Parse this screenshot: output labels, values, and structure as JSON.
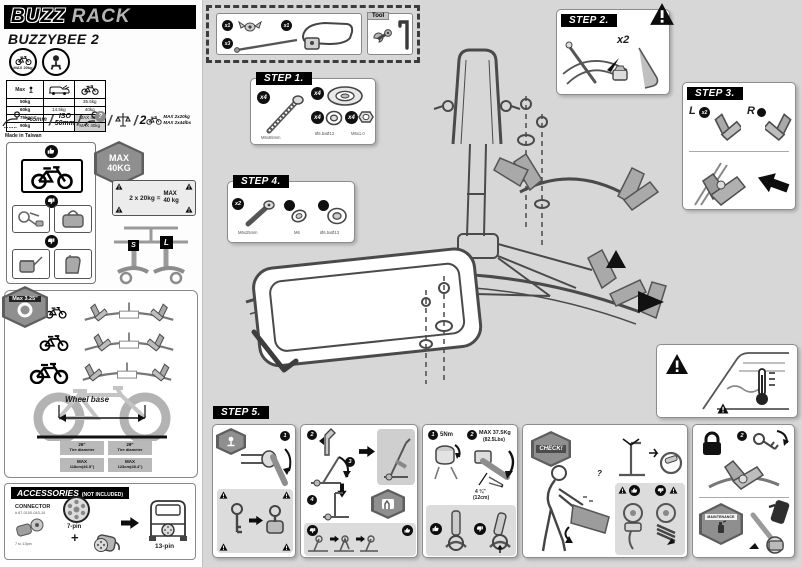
{
  "brand": {
    "buzz": "BUZZ",
    "rack": "RACK",
    "model": "BUZZYBEE 2",
    "made_in": "Made in Taiwan"
  },
  "badge": {
    "bike_max_line1": "MAX",
    "bike_max_line2": "20kg"
  },
  "spec_table": {
    "header": "Max",
    "rows": [
      {
        "ball": "50kg",
        "mid": "",
        "bike": "35.5kg"
      },
      {
        "ball": "60kg",
        "mid": "14.5kg",
        "bike": "40kg"
      },
      {
        "ball": "75kg",
        "mid": "",
        "bike": "MAX 40kg"
      },
      {
        "ball": "90kg",
        "mid": "",
        "bike": "MAX 40kg"
      }
    ]
  },
  "icon_row": {
    "sep": "/",
    "clearance": ">65mm",
    "iso1": "ISO",
    "iso2": "50mm",
    "question": "?",
    "count": "2",
    "max_kg": "MAX 2x20kg",
    "max_lbs": "MAX 2x44lbs"
  },
  "load": {
    "hex1": "MAX",
    "hex2": "40KG",
    "formula_left": "2 x 20kg =",
    "formula_r1": "MAX",
    "formula_r2": "40 kg",
    "tag_s": "S",
    "tag_l": "L"
  },
  "fit": {
    "badge1": "Max",
    "badge2": "3.25\"",
    "wheelbase": "Wheel base",
    "cols": [
      {
        "dia": "26\"",
        "dia_label": "Tire diameter",
        "max": "MAX",
        "val": "118cm(46.5\")"
      },
      {
        "dia": "29\"",
        "dia_label": "Tire diameter",
        "max": "MAX",
        "val": "123cm(48.4\")"
      }
    ]
  },
  "accessories": {
    "title": "ACCESSORIES",
    "not_included": "(NOT INCLUDED)",
    "connector": "CONNECTOR",
    "part_no": "# 67-0100-043-10",
    "range": "7 to 13pin",
    "pin7": "7-pin",
    "plus": "+",
    "pin13": "13-pin"
  },
  "parts": {
    "tool": "Tool",
    "knob_qty": "x1",
    "strap_qty": "x3",
    "belt_qty": "x1"
  },
  "step1": {
    "title": "STEP 1.",
    "qty": "x4",
    "bolt": "M6x65mm",
    "washer": "Ø6.5xØ13",
    "nut": "M6x1.0"
  },
  "step2": {
    "title": "STEP 2.",
    "qty": "x2"
  },
  "step3": {
    "title": "STEP 3.",
    "left": "L",
    "left_qty": "x2",
    "right": "R"
  },
  "step4": {
    "title": "STEP 4.",
    "qty": "x2",
    "bolt": "M6x25mm",
    "washer1": "M6",
    "washer2": "Ø6.5xØ13"
  },
  "step5": {
    "title": "STEP 5.",
    "n1": "1",
    "n2": "2",
    "n3": "3",
    "n4": "4",
    "torque": "5Nm",
    "max_w": "MAX 37.5Kg",
    "max_w_lbs": "(82.5Lbs)",
    "gap_in": "4 ¾\"",
    "gap_cm": "(12cm)",
    "check": "CHECK!",
    "maintenance": "MAINTENANCE",
    "question": "?"
  }
}
